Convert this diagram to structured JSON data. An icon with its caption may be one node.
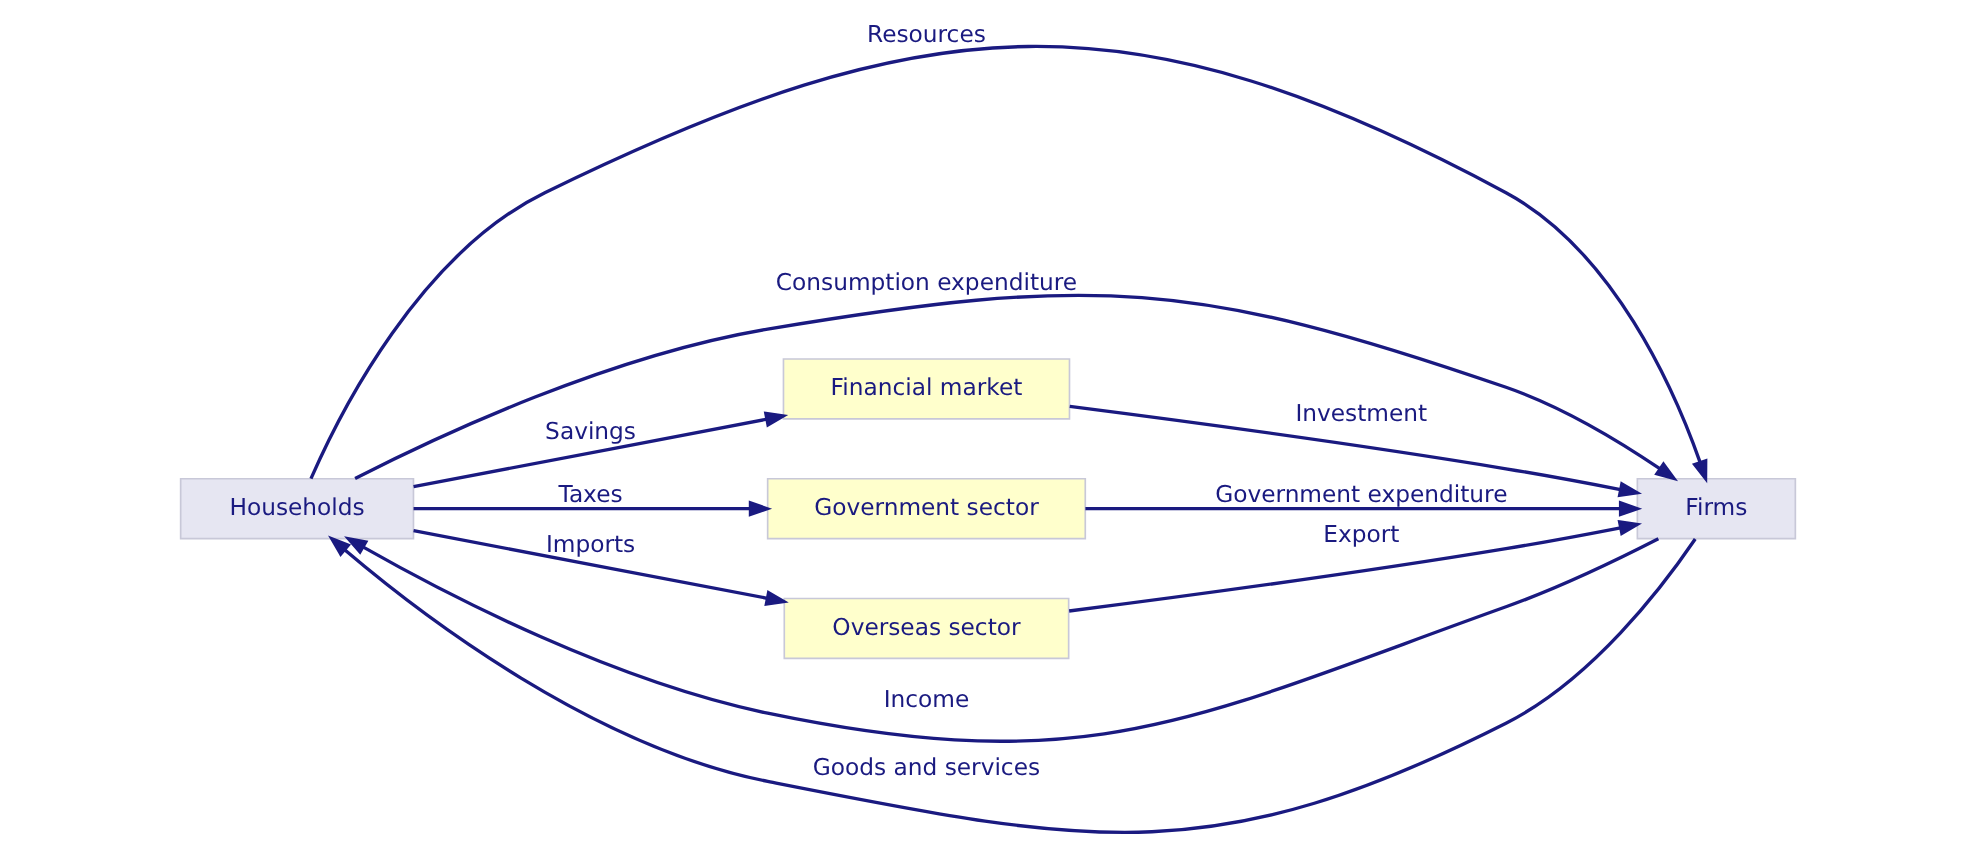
{
  "diagram": {
    "nodes": [
      {
        "text": [
          "Households"
        ]
      },
      {
        "text": [
          "Firms"
        ]
      },
      {
        "text": [
          "Financial market"
        ]
      },
      {
        "text": [
          "Government sector"
        ]
      },
      {
        "text": [
          "Overseas sector"
        ]
      }
    ],
    "edges": [
      {
        "from": 1,
        "to": 0,
        "arrow": "to",
        "label": "Income"
      },
      {
        "from": 0,
        "to": 1,
        "arrow": "to",
        "label": "Resources"
      },
      {
        "from": 1,
        "to": 0,
        "arrow": "to",
        "label": "Goods and services"
      },
      {
        "from": 0,
        "to": 1,
        "arrow": "to",
        "label": "Consumption expenditure"
      },
      {
        "from": 0,
        "to": 2,
        "arrow": "to",
        "label": "Savings"
      },
      {
        "from": 2,
        "to": 1,
        "arrow": "to",
        "label": "Investment"
      },
      {
        "from": 0,
        "to": 3,
        "arrow": "to",
        "label": "Taxes"
      },
      {
        "from": 3,
        "to": 1,
        "arrow": "to",
        "label": "Government expenditure"
      },
      {
        "from": 0,
        "to": 4,
        "arrow": "to",
        "label": "Imports"
      },
      {
        "from": 4,
        "to": 1,
        "arrow": "to",
        "label": "Export"
      }
    ]
  }
}
